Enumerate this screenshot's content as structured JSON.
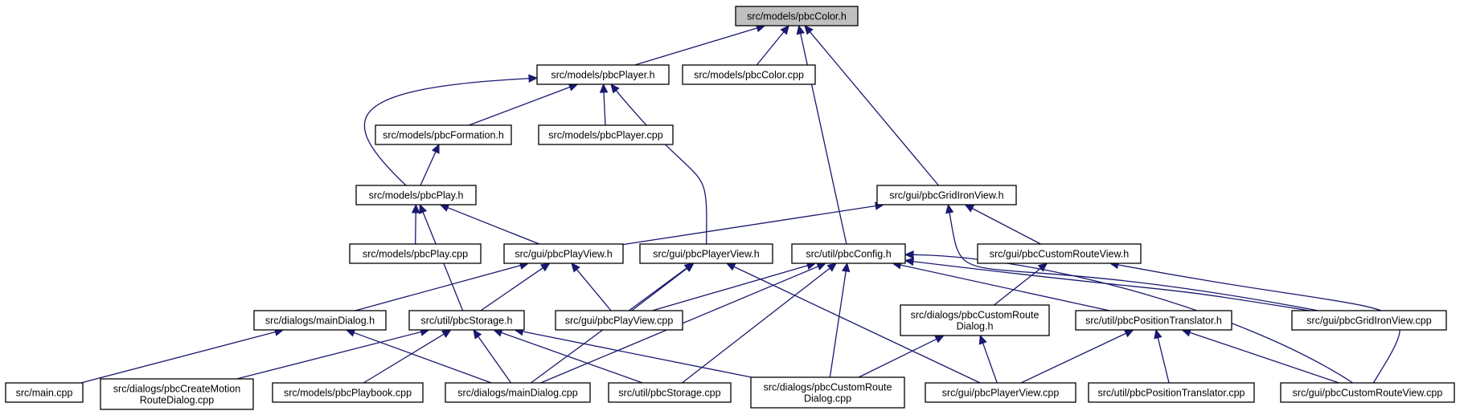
{
  "diagram": {
    "type": "include-dependency-graph",
    "colors": {
      "edge": "#191970",
      "root_fill": "#bfbfbf",
      "node_fill": "#ffffff",
      "node_border": "#000000"
    },
    "nodes": [
      {
        "id": "n0",
        "lines": [
          "src/models/pbcColor.h"
        ],
        "root": true
      },
      {
        "id": "n1",
        "lines": [
          "src/models/pbcPlayer.h"
        ]
      },
      {
        "id": "n2",
        "lines": [
          "src/models/pbcColor.cpp"
        ]
      },
      {
        "id": "n3",
        "lines": [
          "src/models/pbcFormation.h"
        ]
      },
      {
        "id": "n4",
        "lines": [
          "src/models/pbcPlayer.cpp"
        ]
      },
      {
        "id": "n5",
        "lines": [
          "src/models/pbcPlay.h"
        ]
      },
      {
        "id": "n6",
        "lines": [
          "src/gui/pbcGridIronView.h"
        ]
      },
      {
        "id": "n7",
        "lines": [
          "src/models/pbcPlay.cpp"
        ]
      },
      {
        "id": "n8",
        "lines": [
          "src/gui/pbcPlayView.h"
        ]
      },
      {
        "id": "n9",
        "lines": [
          "src/gui/pbcPlayerView.h"
        ]
      },
      {
        "id": "n10",
        "lines": [
          "src/util/pbcConfig.h"
        ]
      },
      {
        "id": "n11",
        "lines": [
          "src/gui/pbcCustomRouteView.h"
        ]
      },
      {
        "id": "n12",
        "lines": [
          "src/dialogs/mainDialog.h"
        ]
      },
      {
        "id": "n13",
        "lines": [
          "src/util/pbcStorage.h"
        ]
      },
      {
        "id": "n14",
        "lines": [
          "src/gui/pbcPlayView.cpp"
        ]
      },
      {
        "id": "n15",
        "lines": [
          "src/dialogs/pbcCustomRoute",
          "Dialog.h"
        ]
      },
      {
        "id": "n16",
        "lines": [
          "src/util/pbcPositionTranslator.h"
        ]
      },
      {
        "id": "n17",
        "lines": [
          "src/gui/pbcGridIronView.cpp"
        ]
      },
      {
        "id": "n18",
        "lines": [
          "src/main.cpp"
        ]
      },
      {
        "id": "n19",
        "lines": [
          "src/dialogs/pbcCreateMotion",
          "RouteDialog.cpp"
        ]
      },
      {
        "id": "n20",
        "lines": [
          "src/models/pbcPlaybook.cpp"
        ]
      },
      {
        "id": "n21",
        "lines": [
          "src/dialogs/mainDialog.cpp"
        ]
      },
      {
        "id": "n22",
        "lines": [
          "src/util/pbcStorage.cpp"
        ]
      },
      {
        "id": "n23",
        "lines": [
          "src/dialogs/pbcCustomRoute",
          "Dialog.cpp"
        ]
      },
      {
        "id": "n24",
        "lines": [
          "src/gui/pbcPlayerView.cpp"
        ]
      },
      {
        "id": "n25",
        "lines": [
          "src/util/pbcPositionTranslator.cpp"
        ]
      },
      {
        "id": "n26",
        "lines": [
          "src/gui/pbcCustomRouteView.cpp"
        ]
      }
    ],
    "edges": [
      {
        "from": "n1",
        "to": "n0"
      },
      {
        "from": "n2",
        "to": "n0"
      },
      {
        "from": "n10",
        "to": "n0"
      },
      {
        "from": "n6",
        "to": "n0"
      },
      {
        "from": "n3",
        "to": "n1"
      },
      {
        "from": "n4",
        "to": "n1"
      },
      {
        "from": "n5",
        "to": "n1"
      },
      {
        "from": "n9",
        "to": "n1"
      },
      {
        "from": "n5",
        "to": "n3"
      },
      {
        "from": "n7",
        "to": "n5"
      },
      {
        "from": "n8",
        "to": "n5"
      },
      {
        "from": "n13",
        "to": "n5"
      },
      {
        "from": "n8",
        "to": "n6"
      },
      {
        "from": "n11",
        "to": "n6"
      },
      {
        "from": "n17",
        "to": "n6"
      },
      {
        "from": "n12",
        "to": "n8"
      },
      {
        "from": "n13",
        "to": "n8"
      },
      {
        "from": "n14",
        "to": "n8"
      },
      {
        "from": "n14",
        "to": "n9"
      },
      {
        "from": "n21",
        "to": "n9"
      },
      {
        "from": "n24",
        "to": "n9"
      },
      {
        "from": "n14",
        "to": "n10"
      },
      {
        "from": "n21",
        "to": "n10"
      },
      {
        "from": "n22",
        "to": "n10"
      },
      {
        "from": "n23",
        "to": "n10"
      },
      {
        "from": "n16",
        "to": "n10"
      },
      {
        "from": "n17",
        "to": "n10"
      },
      {
        "from": "n26",
        "to": "n10"
      },
      {
        "from": "n15",
        "to": "n11"
      },
      {
        "from": "n26",
        "to": "n11"
      },
      {
        "from": "n18",
        "to": "n12"
      },
      {
        "from": "n21",
        "to": "n12"
      },
      {
        "from": "n19",
        "to": "n13"
      },
      {
        "from": "n20",
        "to": "n13"
      },
      {
        "from": "n21",
        "to": "n13"
      },
      {
        "from": "n22",
        "to": "n13"
      },
      {
        "from": "n23",
        "to": "n13"
      },
      {
        "from": "n23",
        "to": "n15"
      },
      {
        "from": "n24",
        "to": "n15"
      },
      {
        "from": "n24",
        "to": "n16"
      },
      {
        "from": "n25",
        "to": "n16"
      },
      {
        "from": "n26",
        "to": "n16"
      }
    ]
  }
}
